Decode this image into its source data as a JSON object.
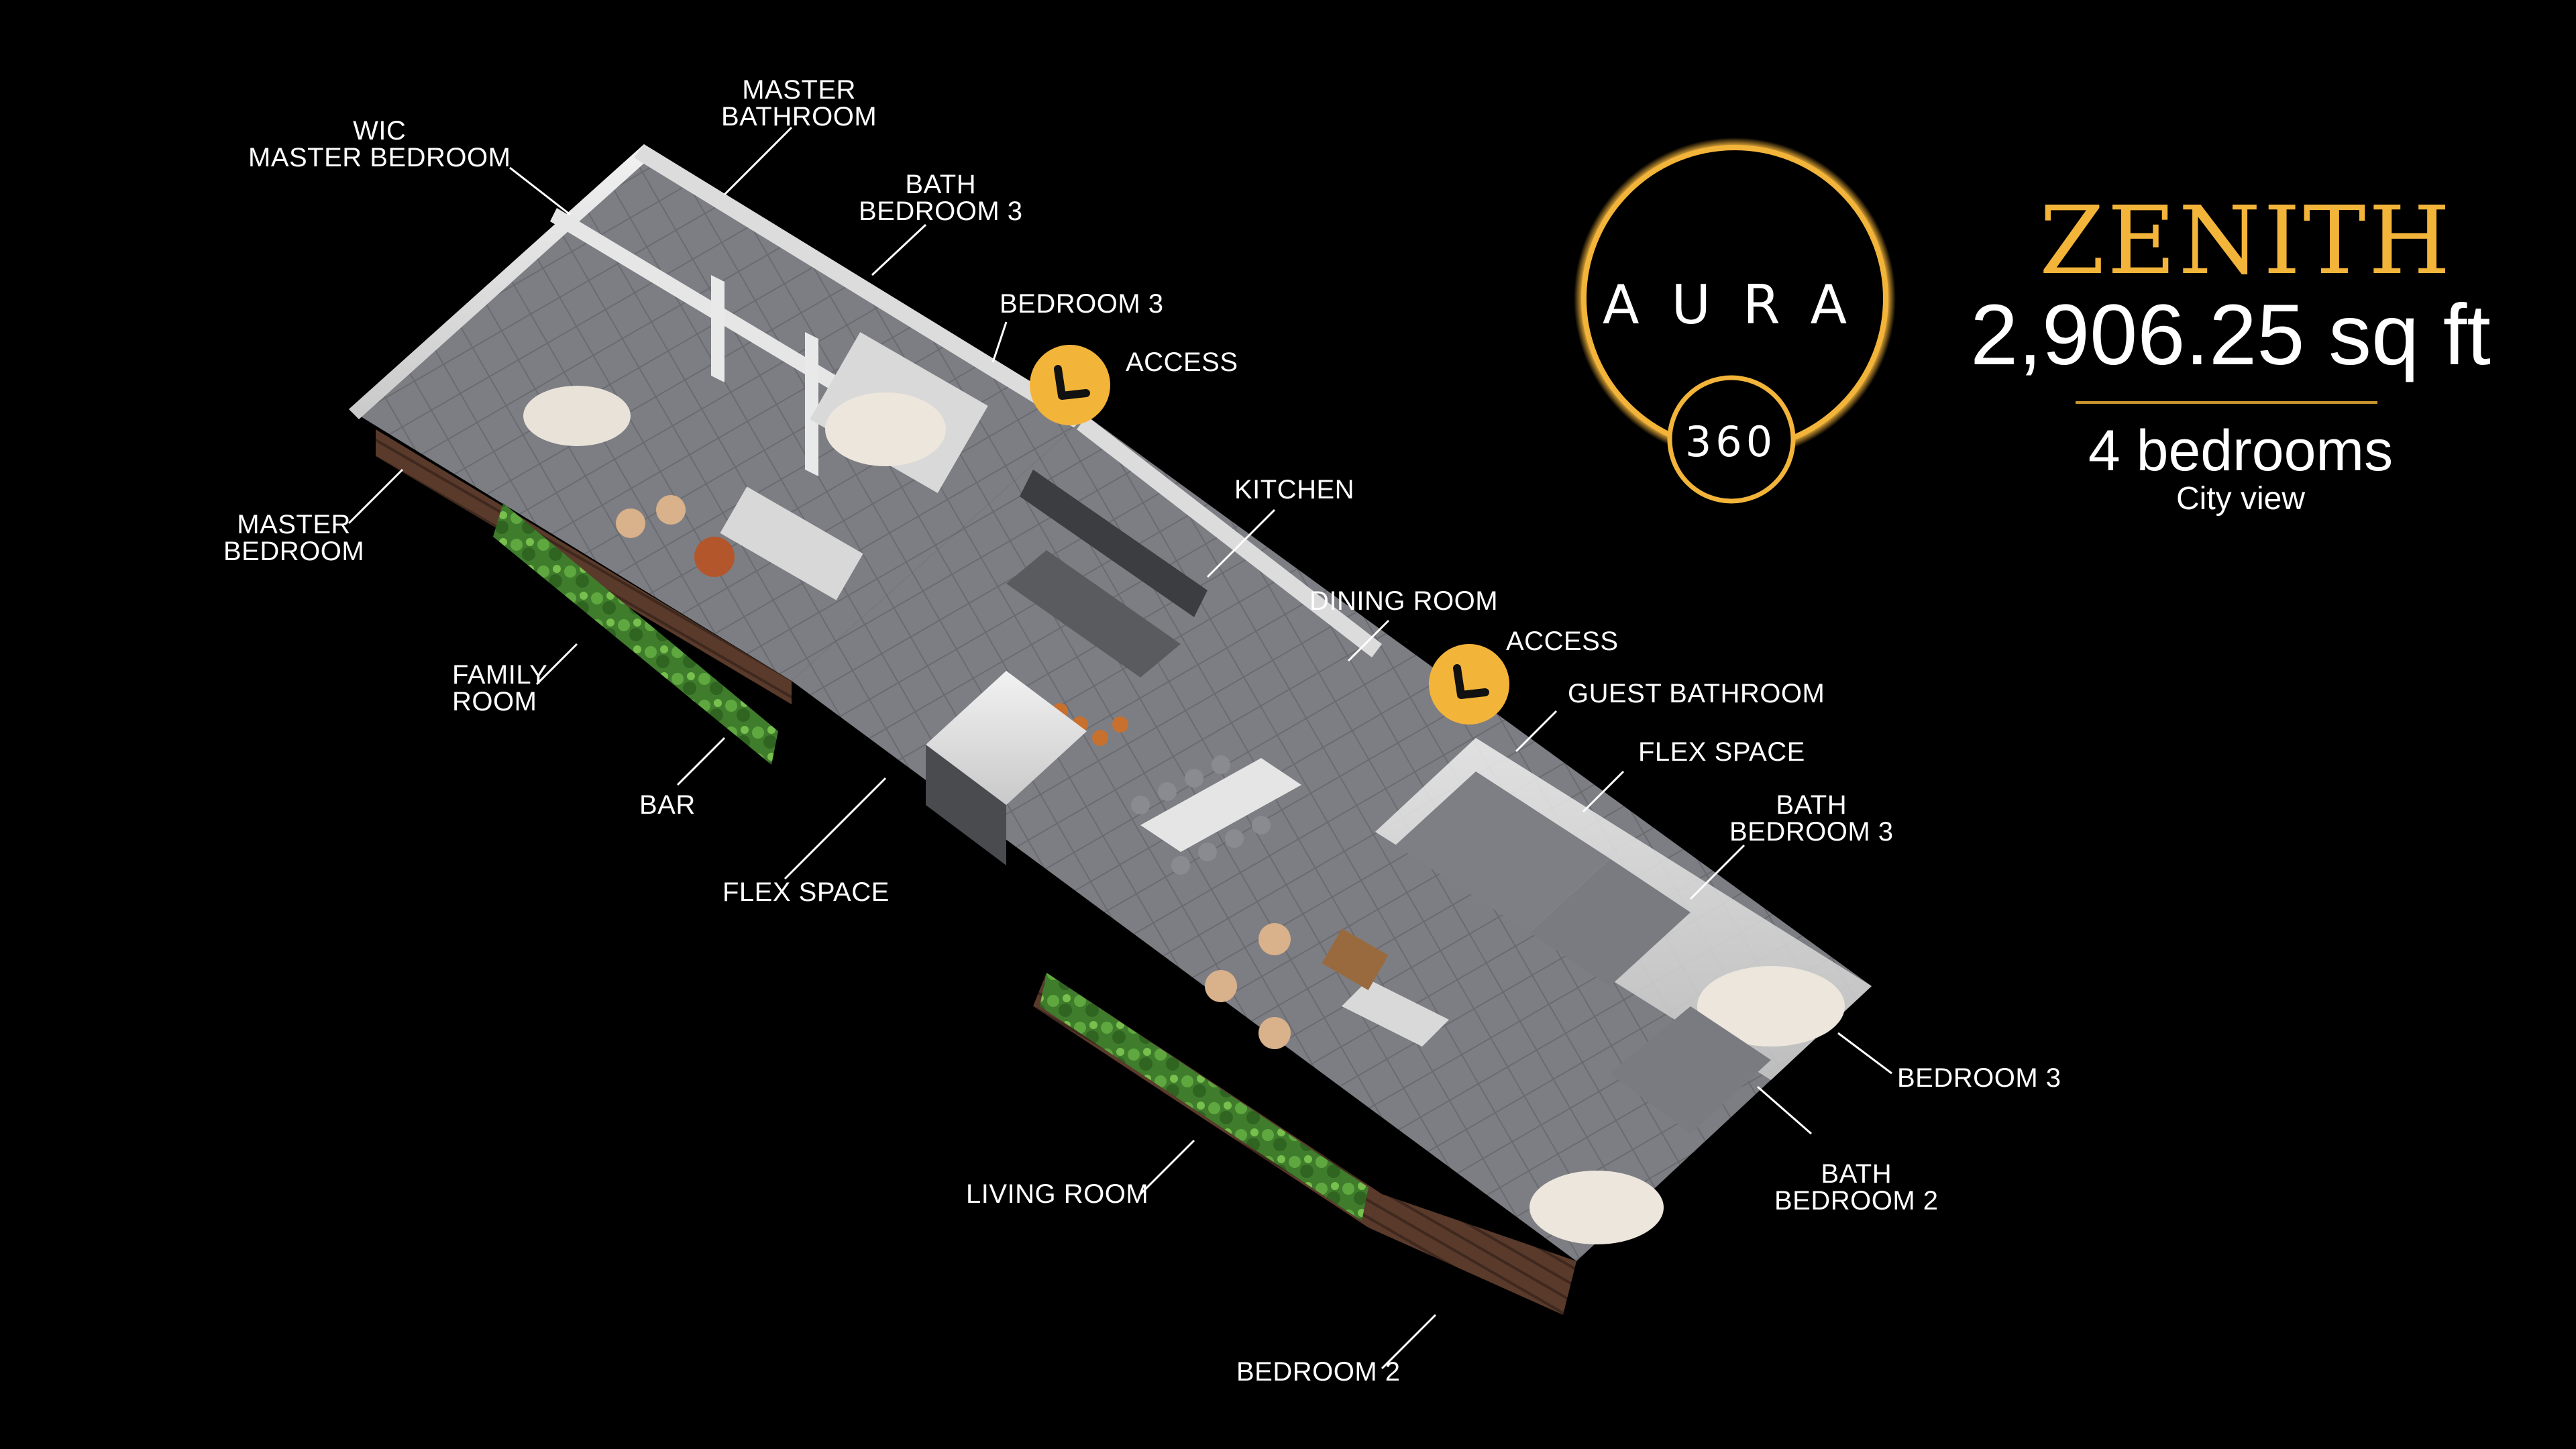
{
  "brand": {
    "wordmark": "AURA",
    "badge": "360",
    "ring_color": "#f3b43a"
  },
  "unit": {
    "name": "ZENITH",
    "area": "2,906.25 sq ft",
    "bedrooms": "4 bedrooms",
    "view": "City view",
    "accent_color": "#f3b43a"
  },
  "labels": {
    "wic_master_bedroom": [
      "WIC",
      "MASTER BEDROOM"
    ],
    "master_bathroom": [
      "MASTER",
      "BATHROOM"
    ],
    "bath_bedroom3_top": [
      "BATH",
      "BEDROOM 3"
    ],
    "bedroom3_top": "BEDROOM 3",
    "access_top": "ACCESS",
    "kitchen": "KITCHEN",
    "master_bedroom": [
      "MASTER",
      "BEDROOM"
    ],
    "family_room": [
      "FAMILY",
      "ROOM"
    ],
    "bar": "BAR",
    "flex_space_left": "FLEX SPACE",
    "dining_room": "DINING ROOM",
    "access_right": "ACCESS",
    "guest_bathroom": "GUEST BATHROOM",
    "flex_space_right": "FLEX SPACE",
    "bath_bedroom3_right": [
      "BATH",
      "BEDROOM 3"
    ],
    "bedroom3_right": "BEDROOM 3",
    "bath_bedroom2": [
      "BATH",
      "BEDROOM 2"
    ],
    "living_room": "LIVING ROOM",
    "bedroom2": "BEDROOM 2"
  },
  "icons": {
    "access": "access-marker-icon",
    "logo": "aura-ring-logo-icon"
  }
}
